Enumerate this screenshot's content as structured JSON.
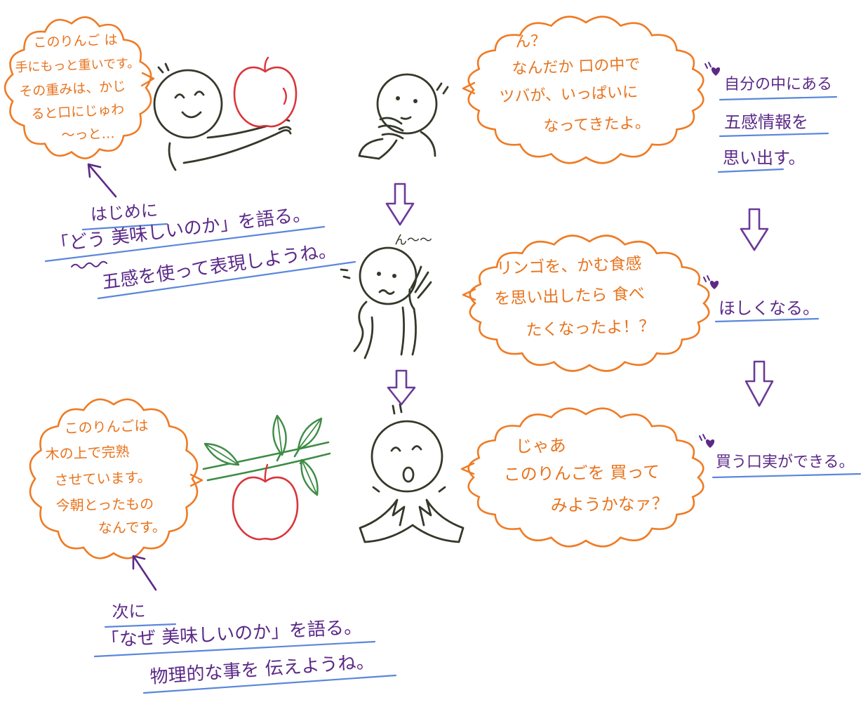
{
  "intro_speech": {
    "lines": [
      "このりんご は",
      "手にもっと重いです。",
      "その重みは、かじ",
      "ると口にじゅわ",
      "〜っと…"
    ]
  },
  "intro_instruction": {
    "lines": [
      "はじめに",
      "「どう 美味しいのか」を語る。",
      "五感を使って表現しようね。"
    ]
  },
  "reactions": [
    {
      "bubble_lines": [
        "ん？",
        "なんだか 口の中で",
        "ツバが、いっぱいに",
        "なってきたよ。"
      ],
      "effect_lines": [
        "自分の中にある",
        "五感情報を",
        "思い出す。"
      ]
    },
    {
      "sound": "ん〜〜",
      "bubble_lines": [
        "リンゴを、かむ食感",
        "を思い出したら 食べ",
        "たくなったよ！？"
      ],
      "effect_lines": [
        "ほしくなる。"
      ]
    },
    {
      "bubble_lines": [
        "じゃあ",
        "このりんごを 買って",
        "みようかなァ？"
      ],
      "effect_lines": [
        "買う口実ができる。"
      ]
    }
  ],
  "next_speech": {
    "lines": [
      "このりんごは",
      "木の上で完熟",
      "させています。",
      "今朝とったもの",
      "なんです。"
    ]
  },
  "next_instruction": {
    "lines": [
      "次に",
      "「なぜ 美味しいのか」を語る。",
      "物理的な事を 伝えようね。"
    ]
  },
  "icons": [
    "apple-icon",
    "down-arrow-icon",
    "up-arrow-icon",
    "heart-icon",
    "leaf-icon"
  ],
  "colors": {
    "speech_orange": "#ef7b24",
    "instruction_purple": "#5b2a88",
    "underline_blue": "#5b86dc",
    "apple_red": "#d9343b",
    "leaf_green": "#3d8c45",
    "ink": "#34392a"
  }
}
